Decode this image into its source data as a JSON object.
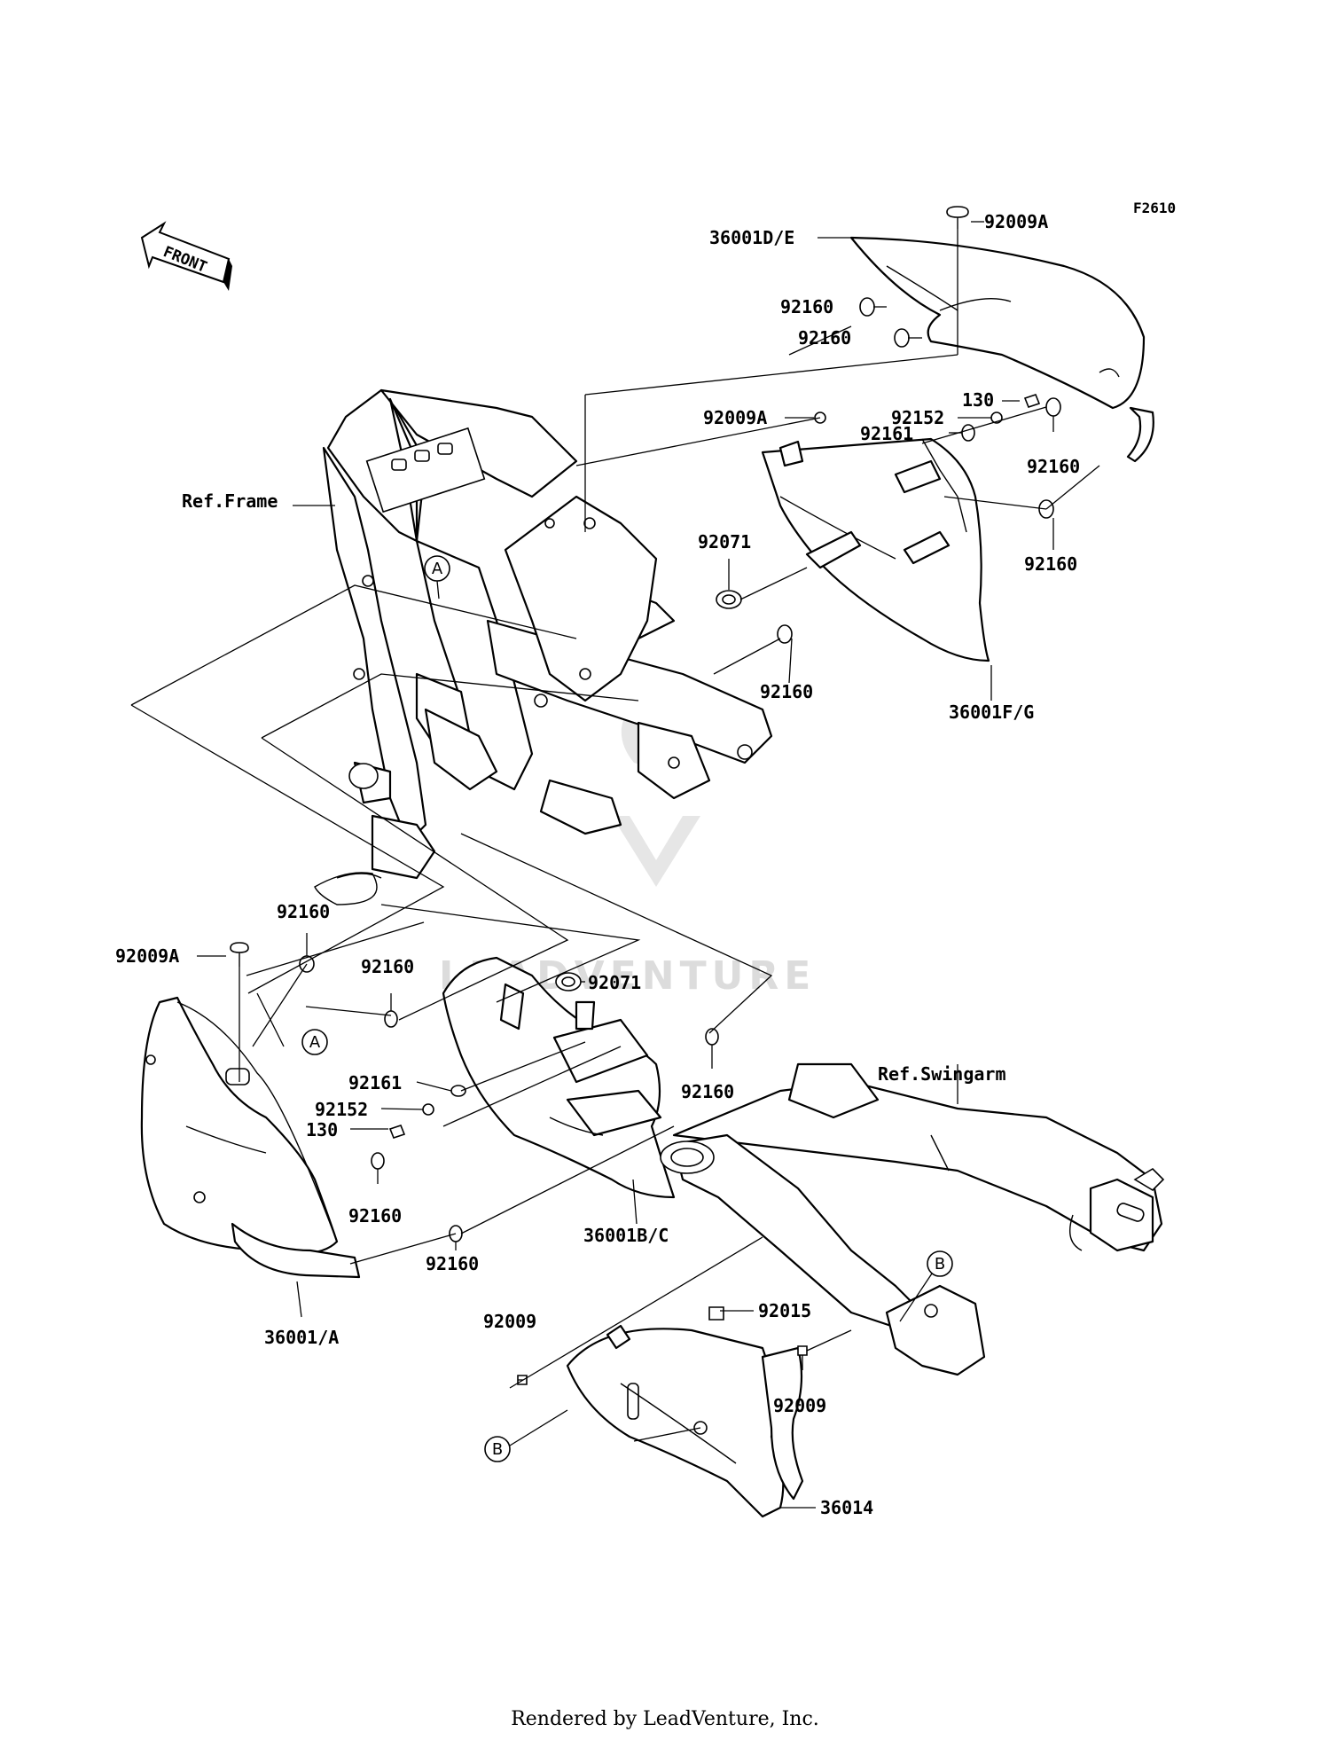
{
  "figure_code": "F2610",
  "front_arrow": "FRONT",
  "footer": "Rendered by LeadVenture, Inc.",
  "watermark": "LEADVENTURE",
  "callouts": {
    "a_top": "A",
    "a_left": "A",
    "b_right": "B",
    "b_cover": "B"
  },
  "labels": {
    "p36001de": "36001D/E",
    "p92009a_top": "92009A",
    "p92160_a": "92160",
    "p92160_b": "92160",
    "p92009a_mid": "92009A",
    "p130_top": "130",
    "p92152_top": "92152",
    "p92161_top": "92161",
    "p92160_right_top": "92160",
    "p92160_right_bot": "92160",
    "p92071_top": "92071",
    "p92160_center": "92160",
    "p36001fg": "36001F/G",
    "ref_frame": "Ref.Frame",
    "p92160_left_top": "92160",
    "p92009a_left": "92009A",
    "p92160_left_mid": "92160",
    "p92071_mid": "92071",
    "p92160_mid_right": "92160",
    "p92161_low": "92161",
    "p92152_low": "92152",
    "p130_low": "130",
    "p92160_low_a": "92160",
    "p92160_low_b": "92160",
    "p36001bc": "36001B/C",
    "p36001a": "36001/A",
    "ref_swingarm": "Ref.Swingarm",
    "p92009_left": "92009",
    "p92015": "92015",
    "p92009_right": "92009",
    "p36014": "36014"
  }
}
